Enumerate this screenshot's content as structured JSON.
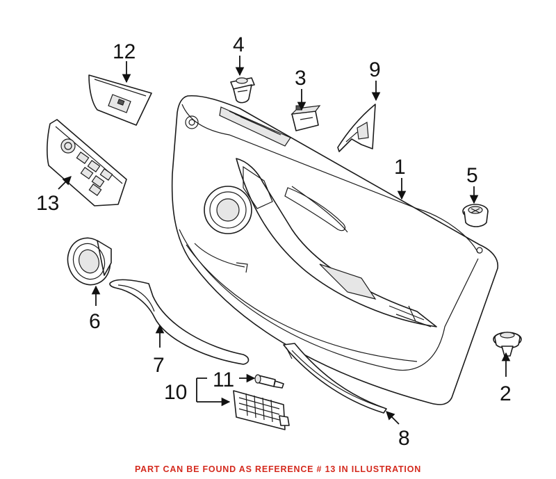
{
  "callouts": {
    "p1": "1",
    "p2": "2",
    "p3": "3",
    "p4": "4",
    "p5": "5",
    "p6": "6",
    "p7": "7",
    "p8": "8",
    "p9": "9",
    "p10": "10",
    "p11": "11",
    "p12": "12",
    "p13": "13"
  },
  "footer_note": "PART CAN BE FOUND AS REFERENCE # 13 IN ILLUSTRATION",
  "colors": {
    "line": "#1a1a1a",
    "note": "#d42a1e"
  }
}
